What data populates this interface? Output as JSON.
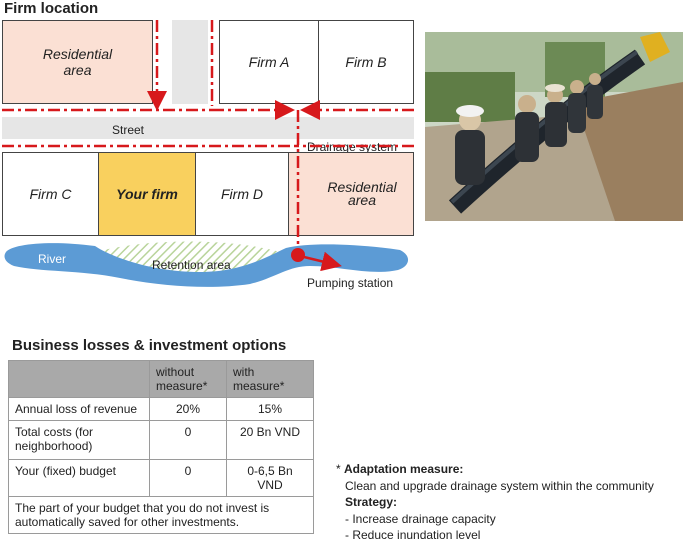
{
  "map": {
    "title": "Firm location",
    "residential_area_1": "Residential area",
    "firm_a": "Firm A",
    "firm_b": "Firm B",
    "street": "Street",
    "drainage_system": "Drainage system",
    "firm_c": "Firm C",
    "your_firm": "Your firm",
    "firm_d": "Firm D",
    "residential_area_2": "Residential area",
    "river": "River",
    "retention_area": "Retention area",
    "pumping_station": "Pumping station",
    "colors": {
      "residential": "#fbe0d4",
      "your_firm": "#f9d05e",
      "street": "#e6e6e6",
      "drainage": "#d7191c",
      "river": "#5c9bd5",
      "retention": "#c9dfb0"
    }
  },
  "table": {
    "title": "Business losses & investment options",
    "headers": [
      "",
      "without measure*",
      "with measure*"
    ],
    "rows": [
      {
        "label": "Annual loss of revenue",
        "without": "20%",
        "with": "15%"
      },
      {
        "label": "Total costs (for neighborhood)",
        "without": "0",
        "with": "20 Bn VND"
      },
      {
        "label": "Your (fixed) budget",
        "without": "0",
        "with": "0-6,5 Bn VND"
      }
    ],
    "footnote": "The part of your budget that you do not invest is automatically saved for other investments."
  },
  "adaptation": {
    "heading": "Adaptation measure:",
    "description": "Clean and upgrade drainage system within the community",
    "strategy_label": "Strategy:",
    "strategies": [
      "- Increase drainage capacity",
      "- Reduce inundation level"
    ]
  }
}
